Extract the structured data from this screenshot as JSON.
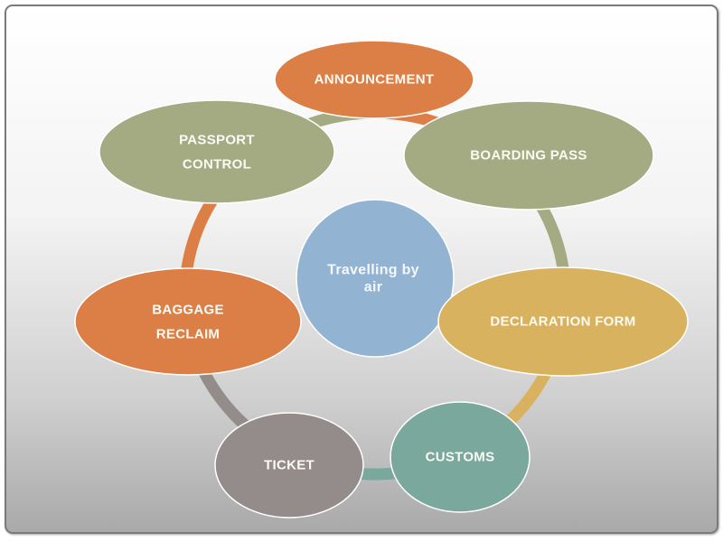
{
  "diagram": {
    "type": "cycle",
    "center": {
      "label_lines": [
        "Travelling by",
        "air"
      ],
      "color": "#92B4D2"
    },
    "nodes": [
      {
        "id": "announcement",
        "label_lines": [
          "ANNOUNCEMENT"
        ],
        "color": "#DC7F46"
      },
      {
        "id": "boarding-pass",
        "label_lines": [
          "BOARDING PASS"
        ],
        "color": "#A4AB82"
      },
      {
        "id": "declaration-form",
        "label_lines": [
          "DECLARATION FORM"
        ],
        "color": "#D8B25E"
      },
      {
        "id": "customs",
        "label_lines": [
          "CUSTOMS"
        ],
        "color": "#7AA89C"
      },
      {
        "id": "ticket",
        "label_lines": [
          "TICKET"
        ],
        "color": "#948C8A"
      },
      {
        "id": "baggage-reclaim",
        "label_lines": [
          "BAGGAGE",
          "RECLAIM"
        ],
        "color": "#DC7F46"
      },
      {
        "id": "passport-control",
        "label_lines": [
          "PASSPORT",
          "CONTROL"
        ],
        "color": "#A4AB82"
      }
    ]
  }
}
